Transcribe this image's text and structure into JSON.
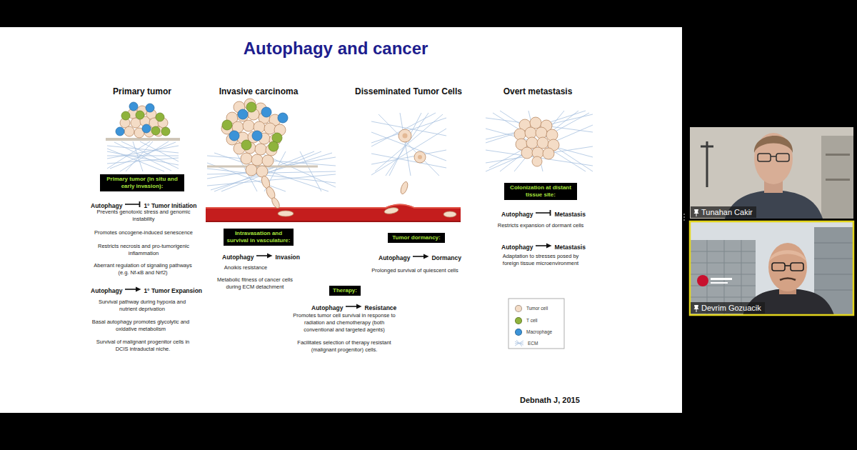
{
  "diagram": {
    "title": "Autophagy and cancer",
    "nodes": [
      {
        "text": [
          "Primary tumor (in situ and early invasion):"
        ]
      },
      {
        "text": [
          "Intravasation and survival in vasculature:"
        ]
      },
      {
        "text": [
          "Tumor dormancy:"
        ]
      },
      {
        "text": [
          "Therapy:"
        ]
      },
      {
        "text": [
          "Colonization at distant tissue site:"
        ]
      },
      {
        "text": [
          "Tunahan Cakir"
        ]
      },
      {
        "text": [
          "Devrim Gozuacik"
        ]
      }
    ],
    "labels": [
      "Primary tumor",
      "Invasive carcinoma",
      "Disseminated Tumor Cells",
      "Overt metastasis",
      "Autophagy",
      "1° Tumor Initiation",
      "Prevents genotoxic stress and genomic instability",
      "Promotes oncogene-induced senescence",
      "Restricts necrosis and pro-tumorigenic inflammation",
      "Aberrant regulation of signaling pathways (e.g. Nf-κB and Nrf2)",
      "Autophagy",
      "1° Tumor Expansion",
      "Survival pathway during hypoxia and nutrient deprivation",
      "Basal autophagy promotes glycolytic and oxidative metabolism",
      "Survival of malignant progenitor cells in DCIS intraductal niche.",
      "Autophagy",
      "Invasion",
      "Anoikis resistance",
      "Metabolic fitness of cancer cells during ECM detachment",
      "Autophagy",
      "Resistance",
      "Promotes tumor cell survival in response to radiation and chemotherapy (both conventional and targeted agents)",
      "Facilitates selection of therapy resistant (malignant progenitor) cells.",
      "Autophagy",
      "Dormancy",
      "Prolonged survival of quiescent cells",
      "Autophagy",
      "Metastasis",
      "Restricts expansion of dormant cells",
      "Autophagy",
      "Metastasis",
      "Adaptation to stresses posed by foreign tissue microenvironment",
      "Debnath J, 2015"
    ],
    "legend": [
      {
        "text": "Tumor cell",
        "color": "#f4dcc6"
      },
      {
        "text": "T cell",
        "color": "#8fb33c"
      },
      {
        "text": "Macrophage",
        "color": "#3b93d8"
      },
      {
        "text": "ECM"
      }
    ]
  }
}
